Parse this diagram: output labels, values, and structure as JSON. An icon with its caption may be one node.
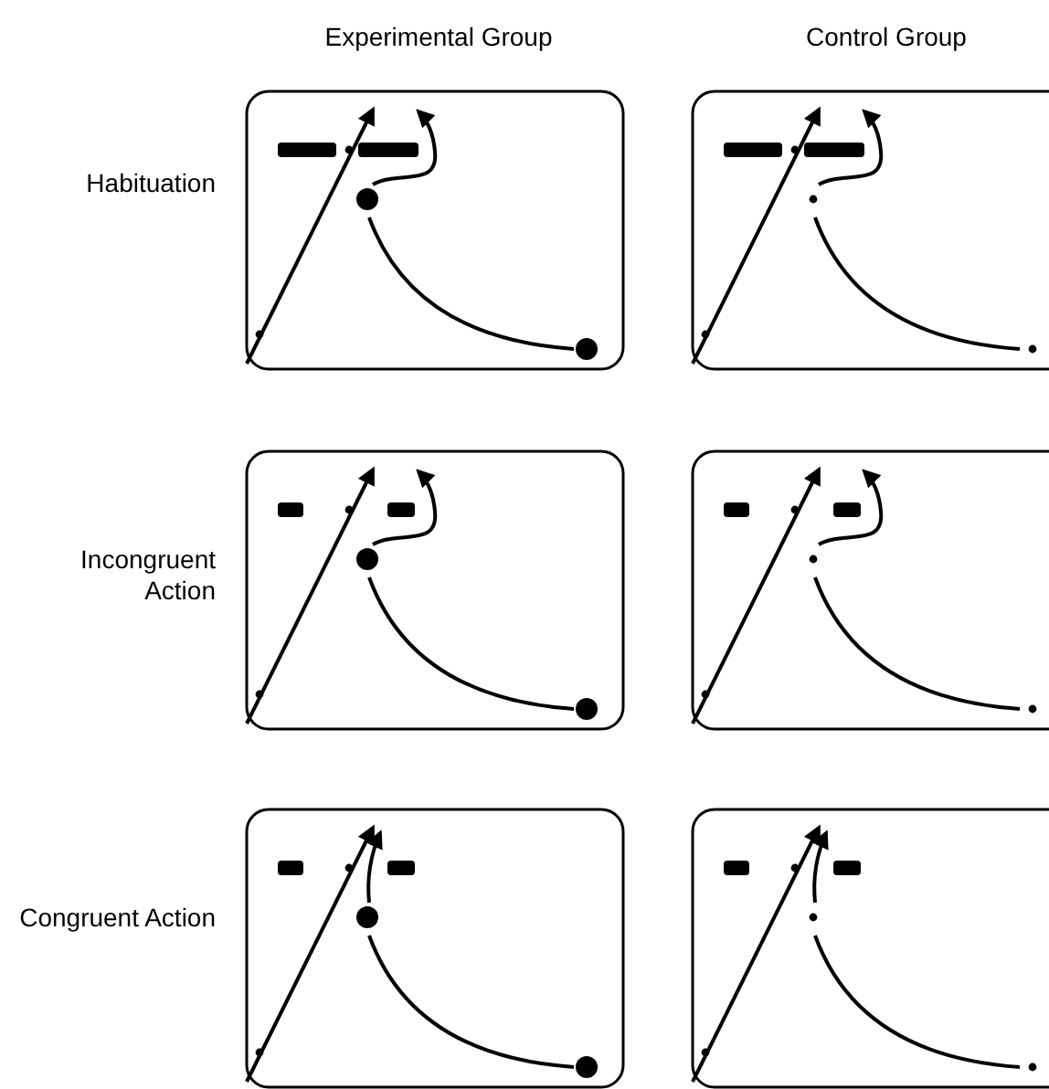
{
  "diagram": {
    "labels": [
      "Experimental Group",
      "Control Group",
      "Habituation",
      "Incongruent Action",
      "Congruent Action"
    ]
  }
}
